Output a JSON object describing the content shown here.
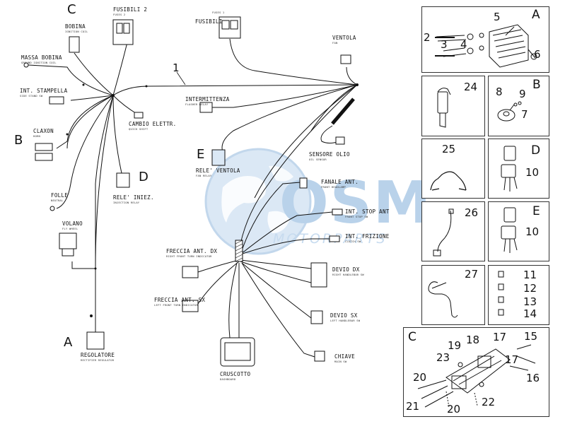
{
  "watermark": {
    "brand": "OSM",
    "tagline": "MOTORPARTS",
    "color": "#b9d2ea"
  },
  "wire_number": "1",
  "components": {
    "fusibili_2": {
      "label": "FUSIBILI 2",
      "sub": "FUSES 2"
    },
    "fusibili_1": {
      "label": "FUSIBILI",
      "sub": "FUSES 1"
    },
    "bobina": {
      "label": "BOBINA",
      "sub": "IGNITION COIL"
    },
    "massa_bobina": {
      "label": "MASSA BOBINA",
      "sub": "GROUND IGNITION COIL"
    },
    "ventola": {
      "label": "VENTOLA",
      "sub": "FAN"
    },
    "int_stampella": {
      "label": "INT. STAMPELLA",
      "sub": "SIDE STAND SW"
    },
    "intermittenza": {
      "label": "INTERMITTENZA",
      "sub": "FLASHER RELAY"
    },
    "cambio_elettr": {
      "label": "CAMBIO ELETTR.",
      "sub": "QUICK SHIFT"
    },
    "claxon": {
      "label": "CLAXON",
      "sub": "HORN"
    },
    "sensore_olio": {
      "label": "SENSORE OLIO",
      "sub": "OIL SENSOR"
    },
    "rele_ventola": {
      "label": "RELE' VENTOLA",
      "sub": "FAN RELAY"
    },
    "rele_iniez": {
      "label": "RELE' INIEZ.",
      "sub": "INJECTION RELAY"
    },
    "folle": {
      "label": "FOLLE",
      "sub": "NEUTRAL"
    },
    "fanale_ant": {
      "label": "FANALE ANT.",
      "sub": "FRONT HEADLAMP"
    },
    "int_stop_ant": {
      "label": "INT. STOP ANT",
      "sub": "FRONT STOP SW"
    },
    "volano": {
      "label": "VOLANO",
      "sub": "FLY WHEEL"
    },
    "int_frizione": {
      "label": "INT. FRIZIONE",
      "sub": "CLUTCH SW"
    },
    "freccia_ant_dx": {
      "label": "FRECCIA ANT. DX",
      "sub": "RIGHT FRONT TURN INDICATOR"
    },
    "devio_dx": {
      "label": "DEVIO DX",
      "sub": "RIGHT HANDLEBAR SW"
    },
    "freccia_ant_sx": {
      "label": "FRECCIA ANT. SX",
      "sub": "LEFT FRONT TURN INDICATOR"
    },
    "devio_sx": {
      "label": "DEVIO SX",
      "sub": "LEFT HANDLEBAR SW"
    },
    "regolatore": {
      "label": "REGOLATORE",
      "sub": "RECTIFIER REGULATOR"
    },
    "cruscotto": {
      "label": "CRUSCOTTO",
      "sub": "DASHBOARD"
    },
    "chiave": {
      "label": "CHIAVE",
      "sub": "MAIN SW"
    }
  },
  "diagram_letters": {
    "c": "C",
    "b": "B",
    "e": "E",
    "d": "D",
    "a": "A"
  },
  "panels": {
    "panel_a": {
      "letter": "A",
      "numbers": [
        "2",
        "3",
        "4",
        "5",
        "6"
      ]
    },
    "panel_24": {
      "number": "24"
    },
    "panel_b": {
      "letter": "B",
      "numbers": [
        "8",
        "9",
        "7"
      ]
    },
    "panel_25": {
      "number": "25"
    },
    "panel_d": {
      "letter": "D",
      "number": "10"
    },
    "panel_26": {
      "number": "26"
    },
    "panel_e": {
      "letter": "E",
      "number": "10"
    },
    "panel_27": {
      "number": "27"
    },
    "panel_fuses": {
      "numbers": [
        "11",
        "12",
        "13",
        "14"
      ]
    },
    "panel_c": {
      "letter": "C",
      "numbers": [
        "18",
        "17",
        "15",
        "19",
        "23",
        "17",
        "20",
        "16",
        "21",
        "20",
        "22"
      ]
    }
  }
}
